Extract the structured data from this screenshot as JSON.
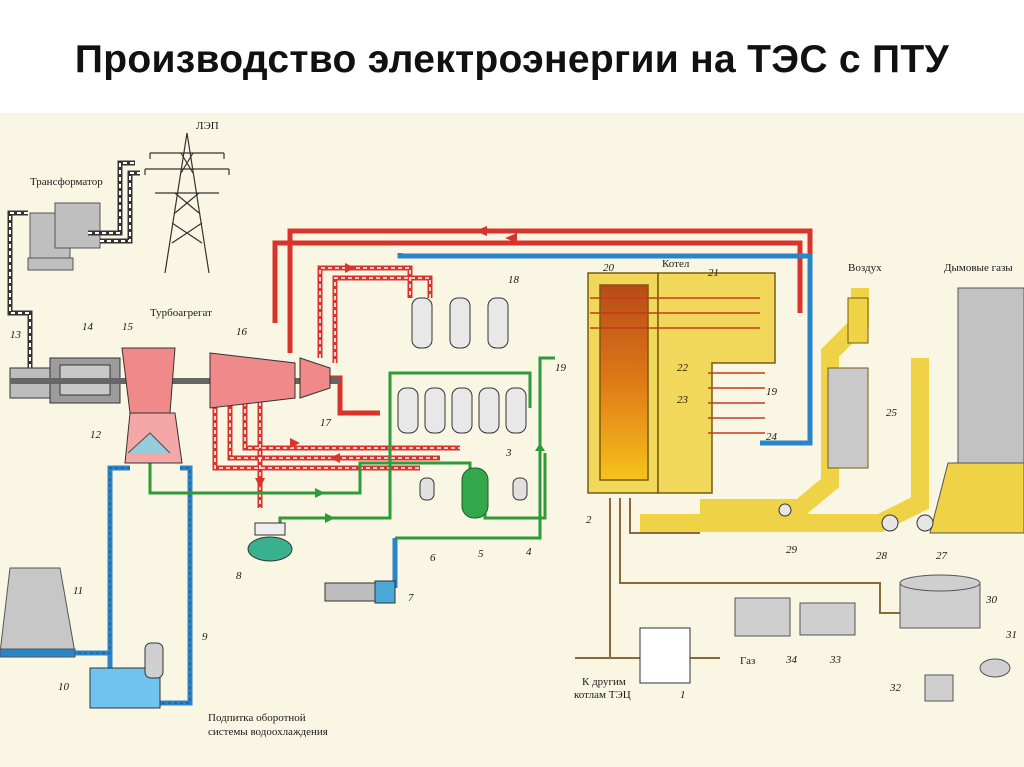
{
  "title": "Производство электроэнергии на ТЭС с ПТУ",
  "labels": {
    "lep": "ЛЭП",
    "transformer": "Трансформатор",
    "turbine_unit": "Турбоагрегат",
    "boiler": "Котел",
    "air": "Воздух",
    "flue_gas": "Дымовые газы",
    "gas": "Газ",
    "to_other_1": "К другим",
    "to_other_2": "котлам ТЭЦ",
    "makeup_1": "Подпитка оборотной",
    "makeup_2": "системы водоохлаждения"
  },
  "numbers": {
    "n1": "1",
    "n2": "2",
    "n3": "3",
    "n4": "4",
    "n5": "5",
    "n6": "6",
    "n7": "7",
    "n8": "8",
    "n9": "9",
    "n10": "10",
    "n11": "11",
    "n12": "12",
    "n13": "13",
    "n14": "14",
    "n15": "15",
    "n16": "16",
    "n17": "17",
    "n18": "18",
    "n19a": "19",
    "n19b": "19",
    "n20": "20",
    "n21": "21",
    "n22": "22",
    "n23": "23",
    "n24": "24",
    "n25": "25",
    "n27": "27",
    "n28": "28",
    "n29": "29",
    "n30": "30",
    "n31": "31",
    "n32": "32",
    "n33": "33",
    "n34": "34"
  },
  "colors": {
    "background": "#faf6e4",
    "steam": "#d9342b",
    "water_blue": "#2a84c8",
    "feed_green": "#2d9b3a",
    "gas_flue": "#f0d247",
    "fuel": "#8a6a3a"
  }
}
